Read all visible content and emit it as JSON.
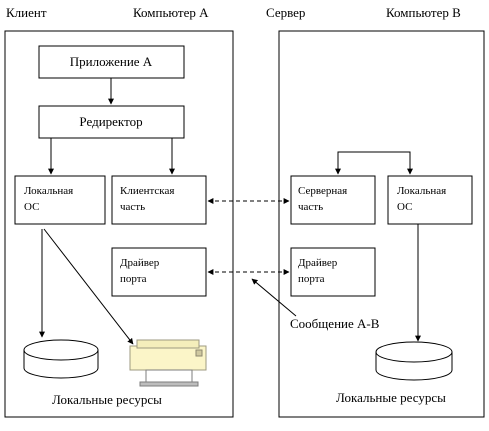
{
  "headers": {
    "client": "Клиент",
    "computer_a": "Компьютер А",
    "server": "Сервер",
    "computer_b": "Компьютер В"
  },
  "computer_a": {
    "app_box": "Приложение А",
    "redirector_box": "Редиректор",
    "local_os_box": [
      "Локальная",
      "ОС"
    ],
    "client_part_box": [
      "Клиентская",
      "часть"
    ],
    "port_driver_box": [
      "Драйвер",
      "порта"
    ],
    "local_resources": "Локальные ресурсы"
  },
  "computer_b": {
    "server_part_box": [
      "Серверная",
      "часть"
    ],
    "local_os_box": [
      "Локальная",
      "ОС"
    ],
    "port_driver_box": [
      "Драйвер",
      "порта"
    ],
    "local_resources": "Локальные ресурсы"
  },
  "message_label": "Сообщение А-В",
  "icons": {
    "disk": "database-disk-icon",
    "printer": "printer-icon"
  },
  "colors": {
    "line": "#000000",
    "printer_body": "#fbf5c8",
    "printer_shadow": "#bdbdbd"
  }
}
